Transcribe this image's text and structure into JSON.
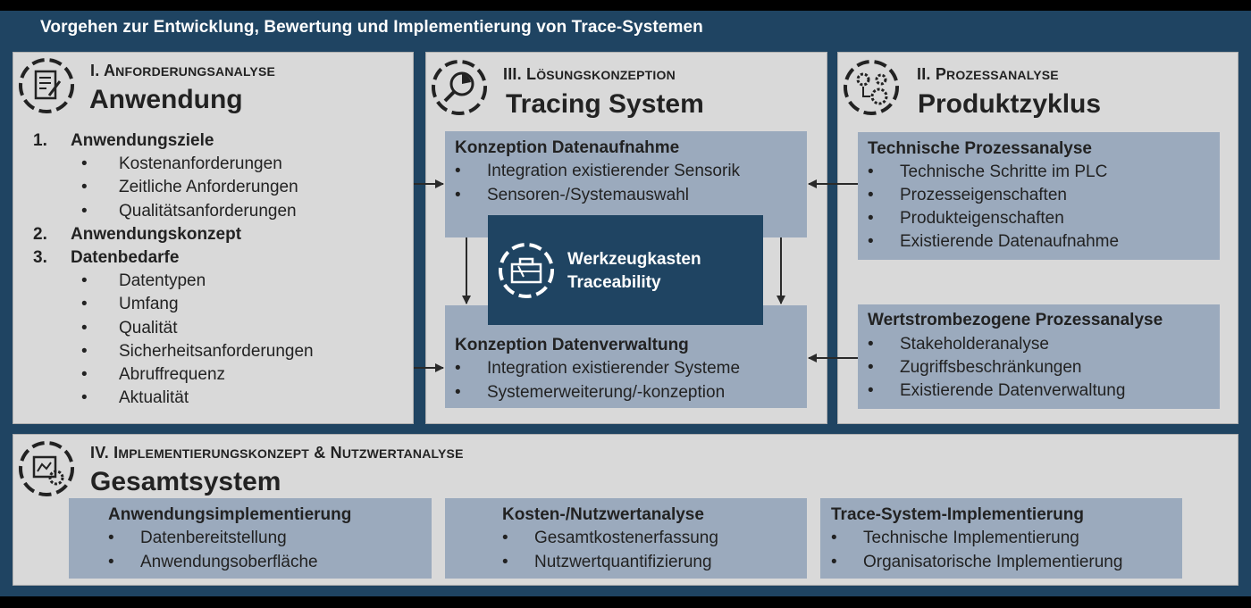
{
  "header": {
    "title": "Vorgehen zur Entwicklung, Bewertung und Implementierung von Trace-Systemen"
  },
  "section1": {
    "label_num": "I.",
    "label_a": "A",
    "label_rest": "NFORDERUNGSANALYSE",
    "title": "Anwendung",
    "icon": "document-pen-icon",
    "items": [
      {
        "num": "1.",
        "text": "Anwendungsziele",
        "subs": [
          "Kostenanforderungen",
          "Zeitliche Anforderungen",
          "Qualitätsanforderungen"
        ]
      },
      {
        "num": "2.",
        "text": "Anwendungskonzept",
        "subs": []
      },
      {
        "num": "3.",
        "text": "Datenbedarfe",
        "subs": [
          "Datentypen",
          "Umfang",
          "Qualität",
          "Sicherheitsanforderungen",
          "Abruffrequenz",
          "Aktualität"
        ]
      }
    ]
  },
  "section3": {
    "label_num": "III.",
    "label_a": "L",
    "label_rest": "ÖSUNGSKONZEPTION",
    "title": "Tracing System",
    "icon": "magnifier-chart-icon",
    "box1": {
      "title": "Konzeption Datenaufnahme",
      "bullets": [
        "Integration existierender Sensorik",
        "Sensoren-/Systemauswahl"
      ]
    },
    "box2": {
      "title": "Konzeption Datenverwaltung",
      "bullets": [
        "Integration existierender Systeme",
        "Systemerweiterung/-konzeption"
      ]
    },
    "toolbox": {
      "line1": "Werkzeugkasten",
      "line2": "Traceability",
      "icon": "toolbox-icon"
    }
  },
  "section2": {
    "label_num": "II.",
    "label_a": "P",
    "label_rest": "ROZESSANALYSE",
    "title": "Produktzyklus",
    "icon": "gears-icon",
    "box1": {
      "title": "Technische Prozessanalyse",
      "bullets": [
        "Technische Schritte im PLC",
        "Prozesseigenschaften",
        "Produkteigenschaften",
        "Existierende Datenaufnahme"
      ]
    },
    "box2": {
      "title": "Wertstrombezogene Prozessanalyse",
      "bullets": [
        "Stakeholderanalyse",
        "Zugriffsbeschränkungen",
        "Existierende Datenverwaltung"
      ]
    }
  },
  "section4": {
    "label_num": "IV.",
    "label_a": "I",
    "label_rest": "MPLEMENTIERUNGSKONZEPT",
    "label_amp": "&",
    "label_b": "N",
    "label_rest2": "UTZWERTANALYSE",
    "title": "Gesamtsystem",
    "icon": "blueprint-gear-icon",
    "boxes": [
      {
        "title": "Anwendungsimplementierung",
        "bullets": [
          "Datenbereitstellung",
          "Anwendungsoberfläche"
        ]
      },
      {
        "title": "Kosten-/Nutzwertanalyse",
        "bullets": [
          "Gesamtkostenerfassung",
          "Nutzwertquantifizierung"
        ]
      },
      {
        "title": "Trace-System-Implementierung",
        "bullets": [
          "Technische Implementierung",
          "Organisatorische Implementierung"
        ]
      }
    ]
  },
  "bullet_char": "•",
  "colors": {
    "navy": "#1f4462",
    "panel": "#d9d9d9",
    "box": "#9baabd"
  }
}
